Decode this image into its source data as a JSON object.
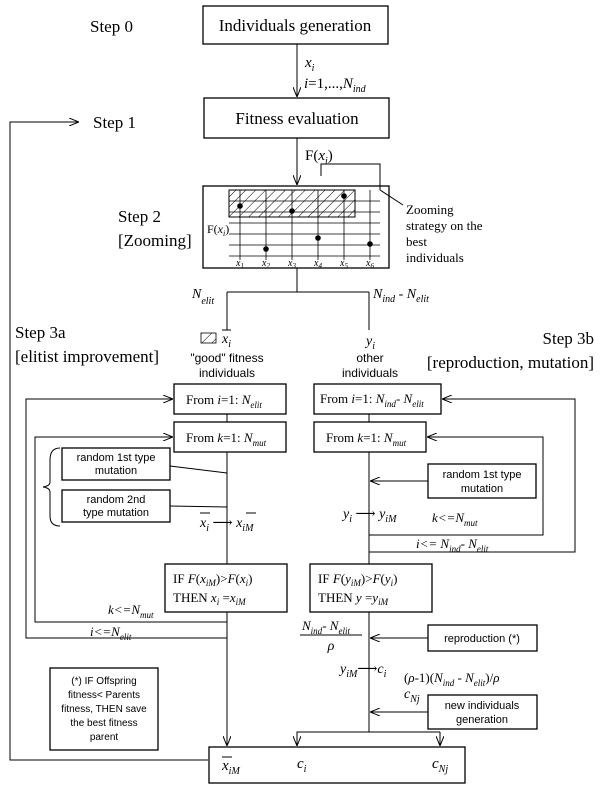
{
  "steps": {
    "step0": "Step 0",
    "step1": "Step 1",
    "step2": "Step 2",
    "step2_sub": "[Zooming]",
    "step3a": "Step 3a",
    "step3a_sub": "[elitist improvement]",
    "step3b": "Step 3b",
    "step3b_sub": "[reproduction, mutation]"
  },
  "boxes": {
    "individuals_generation": "Individuals generation",
    "fitness_evaluation": "Fitness evaluation",
    "from_i_elit": "From i=1: N_elit",
    "from_k_mut_left": "From k=1: N_mut",
    "random1_left": "random 1st type mutation",
    "random2_left": "random 2nd type mutation",
    "if_then_left": "IF F(x_iM)>F(x_i) THEN x_i = x_iM",
    "from_i_ind": "From i=1: N_ind - N_elit",
    "from_k_mut_right": "From k=1: N_mut",
    "random1_right": "random 1st type mutation",
    "if_then_right": "IF F(y_iM)>F(y_i) THEN y = y_iM",
    "reproduction": "reproduction (*)",
    "new_individuals": "new individuals generation",
    "note": "(*) IF Offspring fitness< Parents fitness, THEN save the best fitness parent"
  },
  "labels": {
    "xi_flow": "x_i",
    "i_range": "i=1,...,N_ind",
    "F_xi": "F(x_i)",
    "zooming_note": "Zooming strategy on the best individuals",
    "grid_F": "F(x_i)",
    "grid_x": [
      "x1",
      "x2",
      "x3",
      "x4",
      "x5",
      "x6"
    ],
    "n_elit": "N_elit",
    "n_ind_minus_elit": "N_ind - N_elit",
    "good_xi": "x_i",
    "good_text": "\"good\" fitness individuals",
    "yi_top": "y_i",
    "other_text": "other individuals",
    "xi_to_xim": "x_i → x_iM",
    "yi_to_yim": "y_i → y_iM",
    "k_le_nmut_right": "k<=N_mut",
    "i_le_right": "i<= N_ind - N_elit",
    "k_le_nmut_left": "k<=N_mut",
    "i_le_left": "i<=N_elit",
    "frac_num": "N_ind - N_elit",
    "frac_den": "ρ",
    "yim_to_ci": "y_iM → c_i",
    "rho_expr": "(ρ-1)(N_ind - N_elit)/ρ",
    "c_nj_mid": "c_Nj",
    "bottom_xim": "x_iM",
    "bottom_ci": "c_i",
    "bottom_cnj": "c_Nj"
  }
}
